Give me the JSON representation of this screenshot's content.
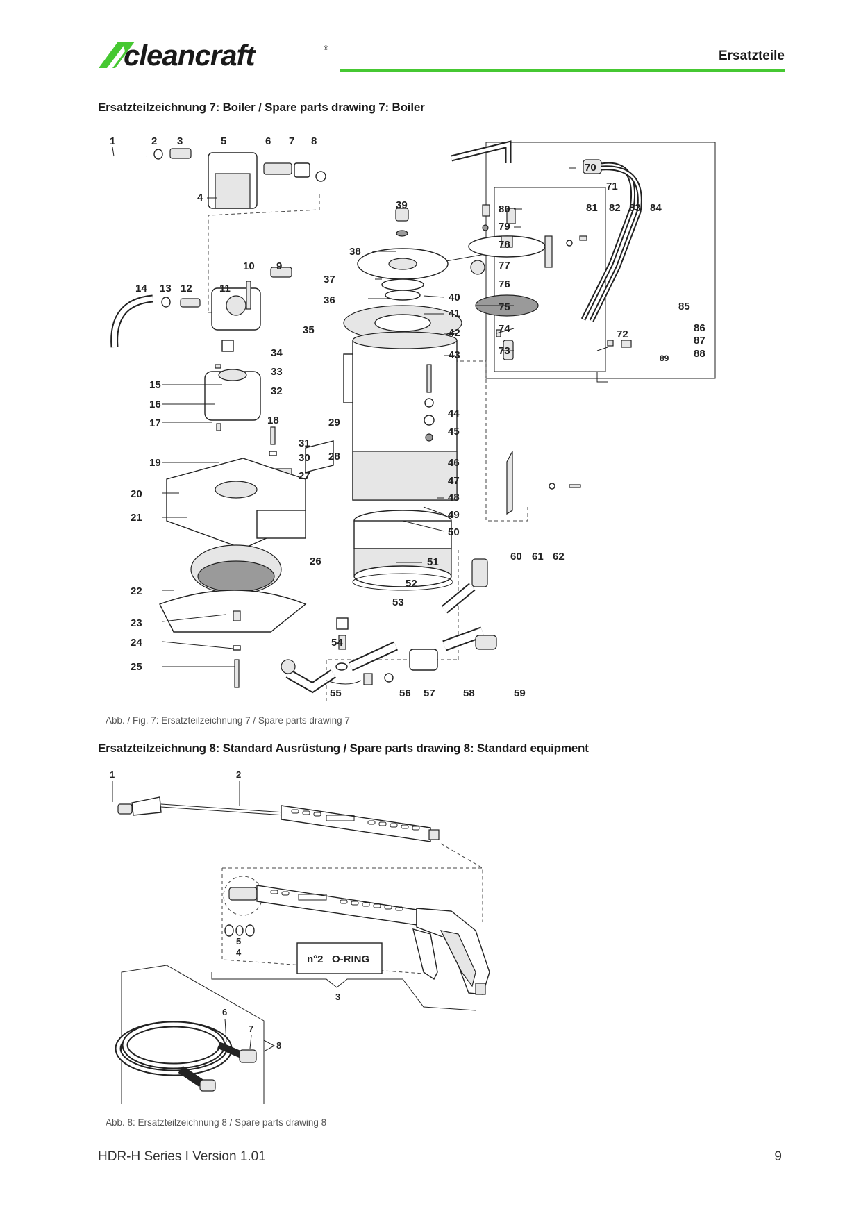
{
  "header": {
    "logo_text": "cleancraft",
    "section_label": "Ersatzteile",
    "accent_color": "#46c832"
  },
  "drawing7": {
    "title": "Ersatzteilzeichnung 7: Boiler / Spare parts drawing 7: Boiler",
    "caption": "Abb. / Fig. 7: Ersatzteilzeichnung 7 / Spare parts drawing 7",
    "part_numbers": [
      "1",
      "2",
      "3",
      "5",
      "4",
      "6",
      "7",
      "8",
      "39",
      "38",
      "37",
      "36",
      "40",
      "41",
      "35",
      "42",
      "34",
      "43",
      "33",
      "32",
      "10",
      "9",
      "14",
      "13",
      "12",
      "11",
      "15",
      "16",
      "17",
      "18",
      "19",
      "31",
      "30",
      "27",
      "29",
      "28",
      "44",
      "45",
      "46",
      "47",
      "48",
      "49",
      "50",
      "20",
      "21",
      "26",
      "51",
      "22",
      "52",
      "53",
      "23",
      "24",
      "25",
      "54",
      "55",
      "56",
      "57",
      "58",
      "59",
      "60",
      "61",
      "62",
      "70",
      "71",
      "80",
      "81",
      "82",
      "83",
      "84",
      "79",
      "78",
      "77",
      "76",
      "75",
      "74",
      "73",
      "72",
      "85",
      "86",
      "87",
      "88",
      "89"
    ]
  },
  "drawing8": {
    "title": "Ersatzteilzeichnung 8: Standard Ausrüstung / Spare parts drawing 8: Standard equipment",
    "caption": "Abb. 8: Ersatzteilzeichnung 8 / Spare parts drawing 8",
    "part_numbers": [
      "1",
      "2",
      "5",
      "4",
      "3",
      "6",
      "7",
      "8"
    ],
    "note": "n°2   O-RING"
  },
  "footer": {
    "series": "HDR-H Series I Version 1.01",
    "page_number": "9"
  }
}
